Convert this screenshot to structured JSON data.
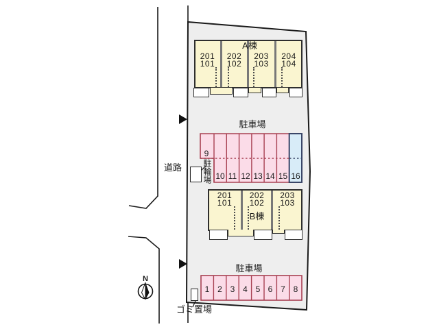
{
  "plan": {
    "road_label": "道路",
    "north_label": "N",
    "building_a": {
      "name": "A棟",
      "units": [
        {
          "upper": "201",
          "lower": "101"
        },
        {
          "upper": "202",
          "lower": "102"
        },
        {
          "upper": "203",
          "lower": "103"
        },
        {
          "upper": "204",
          "lower": "104"
        }
      ]
    },
    "building_b": {
      "name": "B棟",
      "units": [
        {
          "upper": "201",
          "lower": "101"
        },
        {
          "upper": "202",
          "lower": "102"
        },
        {
          "upper": "203",
          "lower": "103"
        }
      ]
    },
    "parking_upper": {
      "label": "駐車場",
      "side_space": "9",
      "spaces": [
        "10",
        "11",
        "12",
        "13",
        "14",
        "15",
        "16"
      ],
      "highlighted_space": "16"
    },
    "parking_lower": {
      "label": "駐車場",
      "spaces": [
        "1",
        "2",
        "3",
        "4",
        "5",
        "6",
        "7",
        "8"
      ]
    },
    "bicycle_parking_label": "駐輪場",
    "garbage_label": "ゴミ置場",
    "colors": {
      "site_fill": "#eeeeee",
      "building_fill": "#faf5d0",
      "parking_fill": "#fbdce8",
      "parking_stroke": "#a84052",
      "highlight_fill": "#d8ecf8",
      "highlight_stroke": "#3a4668",
      "line": "#1a1a1a"
    }
  }
}
